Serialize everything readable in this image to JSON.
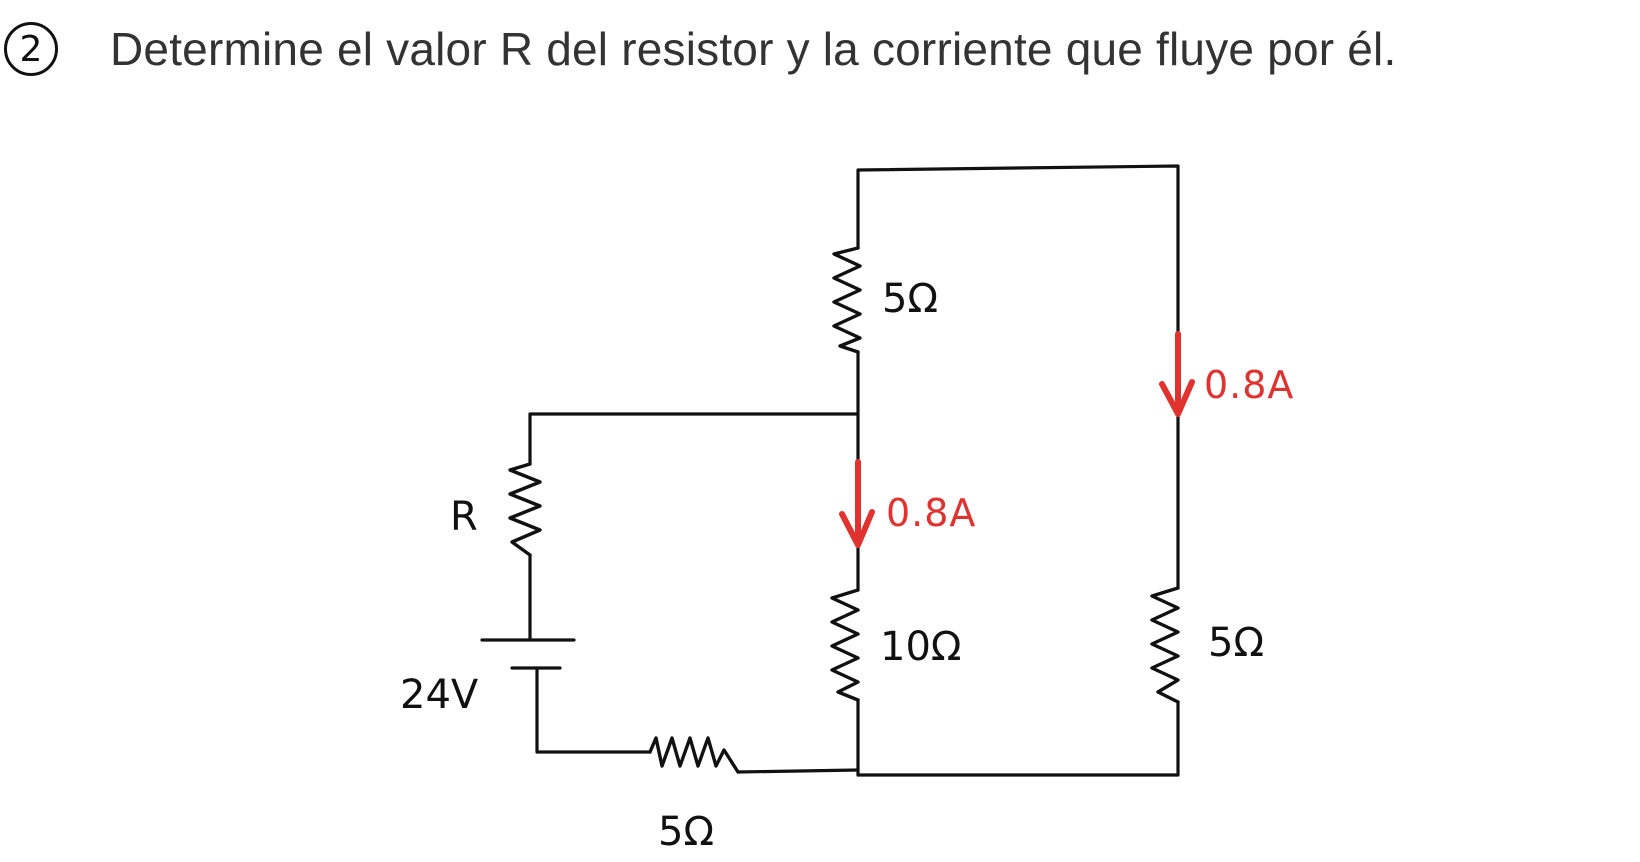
{
  "problem": {
    "number": "2",
    "statement": "Determine el valor R del resistor y la corriente que fluye por él."
  },
  "circuit": {
    "labels": {
      "r_top": "5Ω",
      "r_mid": "10Ω",
      "r_right": "5Ω",
      "r_bottom": "5Ω",
      "r_unknown": "R",
      "battery": "24V"
    },
    "currents": {
      "middle": "0.8A",
      "right": "0.8A"
    },
    "colors": {
      "ink": "#111111",
      "annotation": "#e0322f"
    }
  }
}
